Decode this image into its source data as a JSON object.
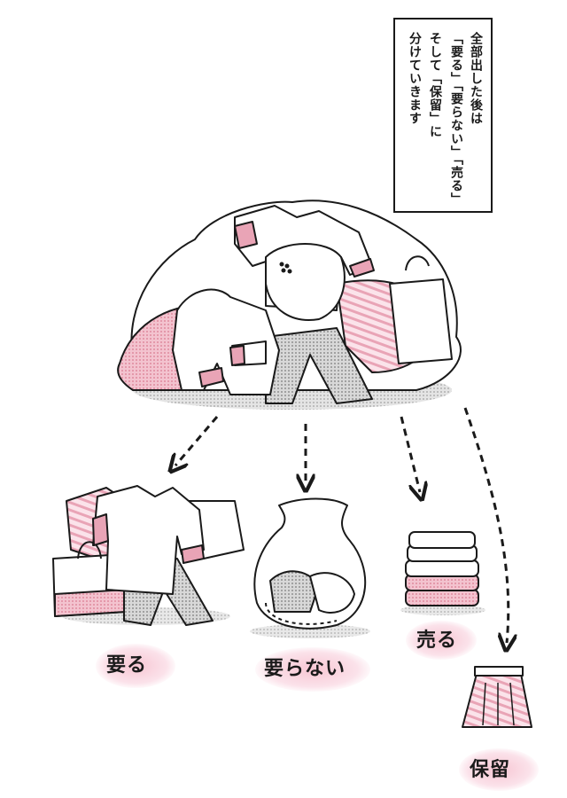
{
  "caption": {
    "lines": [
      "全部出した後は",
      "「要る」「要らない」「売る」",
      "そして「保留」に",
      "分けていきます"
    ]
  },
  "labels": {
    "keep": "要る",
    "discard": "要らない",
    "sell": "売る",
    "hold": "保留"
  },
  "colors": {
    "pink": "#e9a4b6",
    "pink_dark": "#d9798f",
    "gray": "#bdbdbd",
    "ink": "#1a1a1a"
  }
}
